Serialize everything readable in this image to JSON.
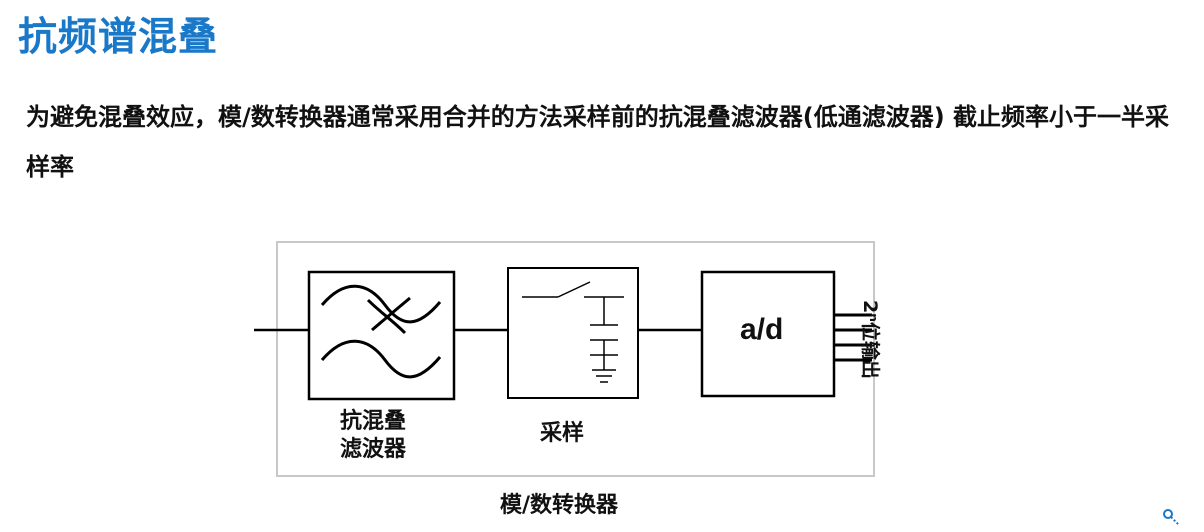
{
  "page": {
    "title": "抗频谱混叠",
    "intro": "为避免混叠效应，模/数转换器通常采用合并的方法采样前的抗混叠滤波器(低通滤波器) 截止频率小于一半采样率"
  },
  "diagram": {
    "blocks": {
      "filter": {
        "label_line1": "抗混叠",
        "label_line2": "滤波器"
      },
      "sampler": {
        "label": "采样"
      },
      "adc": {
        "label": "a/d"
      }
    },
    "output_label": "2ⁿ位输出",
    "caption": "模/数转换器"
  },
  "colors": {
    "title": "#1a78c8",
    "text": "#111111",
    "frame": "#c8c8c8",
    "line": "#000000"
  },
  "icons": {
    "corner": "magnifier-icon"
  }
}
